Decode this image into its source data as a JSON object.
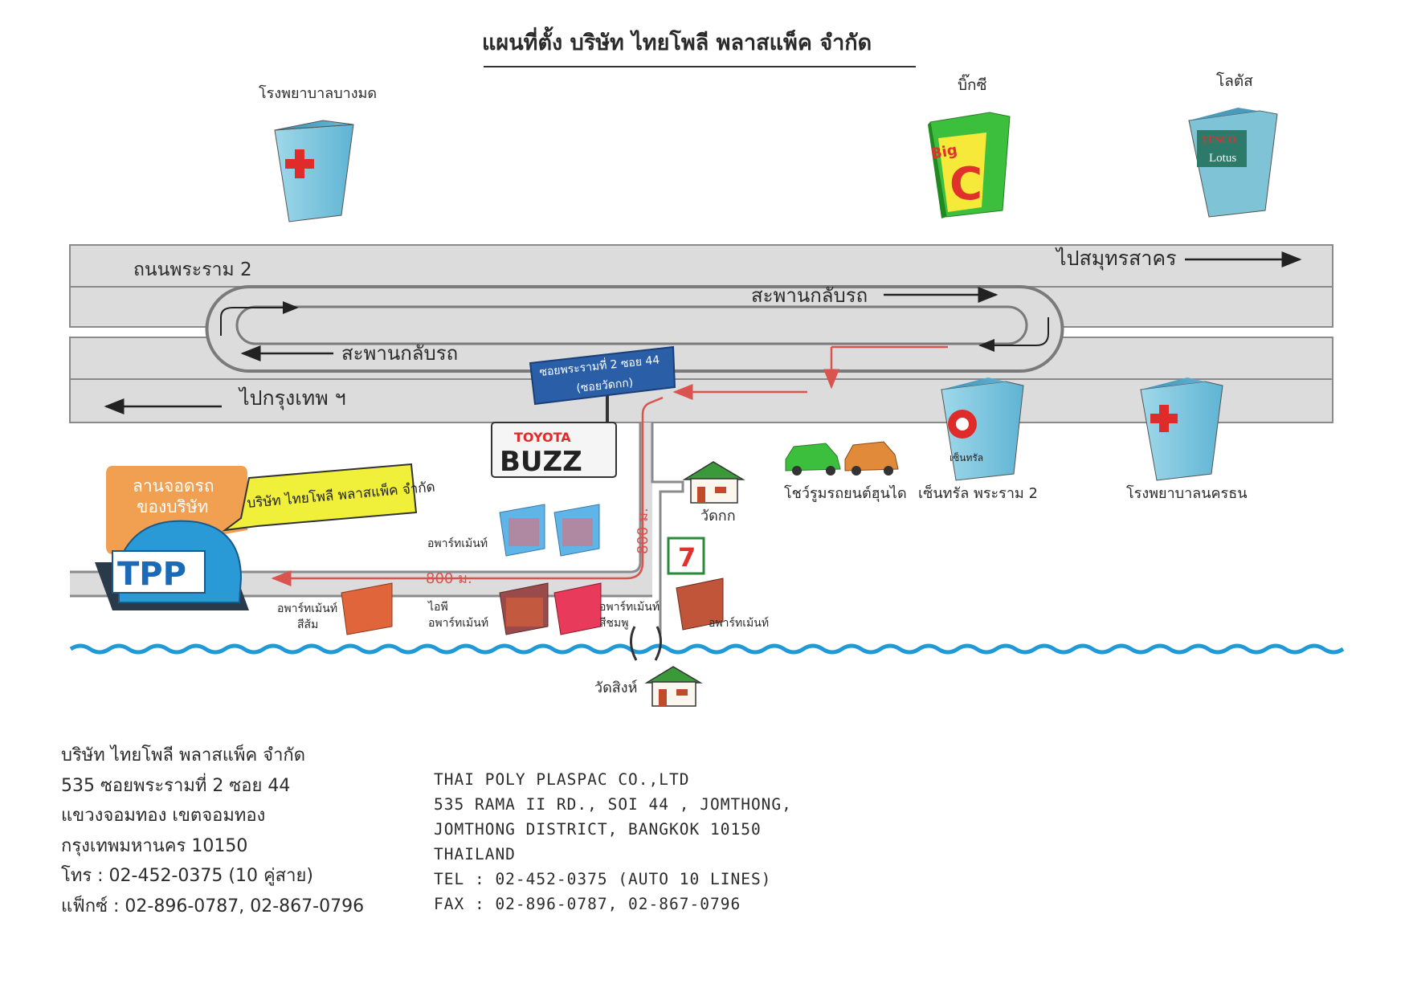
{
  "title": "แผนที่ตั้ง บริษัท ไทยโพลี พลาสแพ็ค จำกัด",
  "landmarks": {
    "hospital_bangmod": "โรงพยาบาลบางมด",
    "bigc": "บิ๊กซี",
    "lotus": "โลตัส",
    "toyota_showroom": "โชว์รูมรถยนต์ฮุนได",
    "central": "เซ็นทรัล พระราม 2",
    "hospital_nakhonthon": "โรงพยาบาลนครธน",
    "wat_kok": "วัดกก",
    "wat_sing": "วัดสิงห์",
    "company_parking": [
      "ลานจอดรถ",
      "ของบริษัท"
    ],
    "company_callout": "บริษัท ไทยโพลี พลาสแพ็ค จำกัด",
    "apartment": "อพาร์ทเม้นท์",
    "apartment_orange": [
      "อพาร์ทเม้นท์",
      "สีส้ม"
    ],
    "apartment_ip": [
      "ไอพี",
      "อพาร์ทเม้นท์"
    ],
    "apartment_pink": [
      "อพาร์ทเม้นท์",
      "สีชมพู"
    ],
    "apartment_right": "อพาร์ทเม้นท์"
  },
  "logos": {
    "tesco_top": "TESCO",
    "tesco_bottom": "Lotus",
    "bigc_big": "Big",
    "bigc_c": "C",
    "toyota_top": "TOYOTA",
    "toyota_bottom": "BUZZ",
    "tpp": "TPP",
    "seven_eleven": "7",
    "central_logo": "เซ็นทรัล"
  },
  "roads": {
    "rama2": "ถนนพระราม 2",
    "to_samut_sakhon": "ไปสมุทรสาคร",
    "uturn_bridge_top": "สะพานกลับรถ",
    "uturn_bridge_bottom": "สะพานกลับรถ",
    "to_bangkok": "ไปกรุงเทพ ฯ",
    "soi_sign_line1": "ซอยพระรามที่ 2 ซอย 44",
    "soi_sign_line2": "(ซอยวัดกก)",
    "distance_vertical": "800 ม.",
    "distance_horizontal": "800 ม."
  },
  "address_th": [
    "บริษัท ไทยโพลี พลาสแพ็ค จำกัด",
    "535 ซอยพระรามที่ 2 ซอย 44",
    "แขวงจอมทอง เขตจอมทอง",
    "กรุงเทพมหานคร 10150",
    "โทร  : 02-452-0375 (10 คู่สาย)",
    "แฟ็กซ์ : 02-896-0787, 02-867-0796"
  ],
  "address_en": [
    "THAI POLY PLASPAC CO.,LTD",
    "535 RAMA II RD., SOI 44 , JOMTHONG,",
    "JOMTHONG DISTRICT, BANGKOK 10150",
    "THAILAND",
    "TEL : 02-452-0375 (AUTO 10 LINES)",
    "FAX : 02-896-0787, 02-867-0796"
  ],
  "colors": {
    "road": "#dcdcdc",
    "road_edge": "#8a8a8a",
    "route": "#d9534f",
    "river": "#1f9ad6",
    "sign": "#2a5fa8",
    "callout": "#f0ef3a",
    "parking": "#f0a050"
  }
}
